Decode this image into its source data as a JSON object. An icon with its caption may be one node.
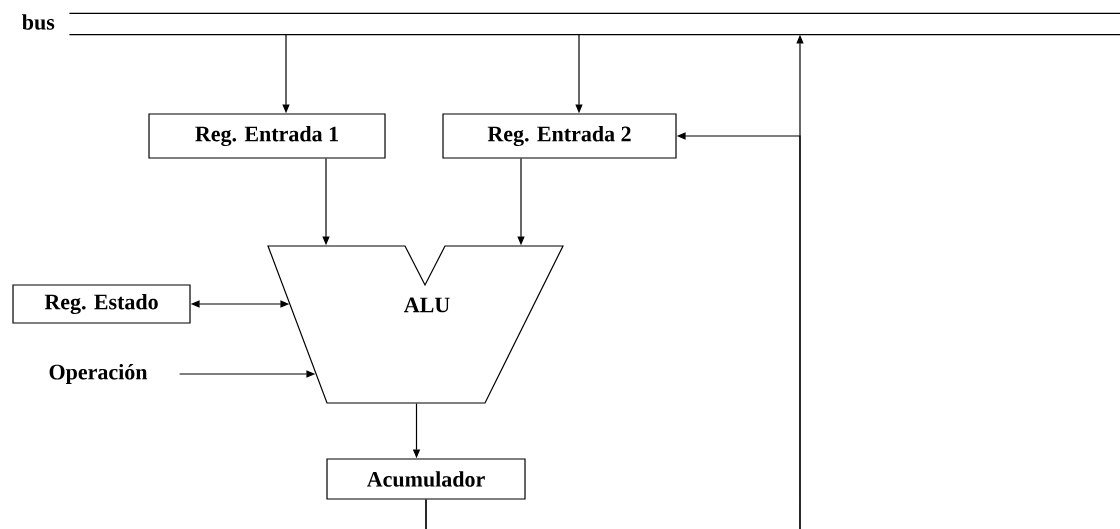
{
  "diagram": {
    "nodes": [
      {
        "text": [
          "bus"
        ]
      },
      {
        "text": [
          "Reg. Entrada 1"
        ]
      },
      {
        "text": [
          "Reg. Entrada 2"
        ]
      },
      {
        "text": [
          "ALU"
        ]
      },
      {
        "text": [
          "Reg. Estado"
        ]
      },
      {
        "text": [
          "Operación"
        ]
      },
      {
        "text": [
          "Acumulador"
        ]
      }
    ],
    "edges": [
      {
        "from": 0,
        "to": 1,
        "arrow": "to"
      },
      {
        "from": 0,
        "to": 2,
        "arrow": "to"
      },
      {
        "from": 1,
        "to": 3,
        "arrow": "to"
      },
      {
        "from": 2,
        "to": 3,
        "arrow": "to"
      },
      {
        "from": 4,
        "to": 3,
        "arrow": "both"
      },
      {
        "from": 5,
        "to": 3,
        "arrow": "to"
      },
      {
        "from": 3,
        "to": 6,
        "arrow": "to"
      },
      {
        "from": 6,
        "to": 0,
        "arrow": "to"
      },
      {
        "from": 6,
        "to": 2,
        "arrow": "to"
      }
    ]
  }
}
